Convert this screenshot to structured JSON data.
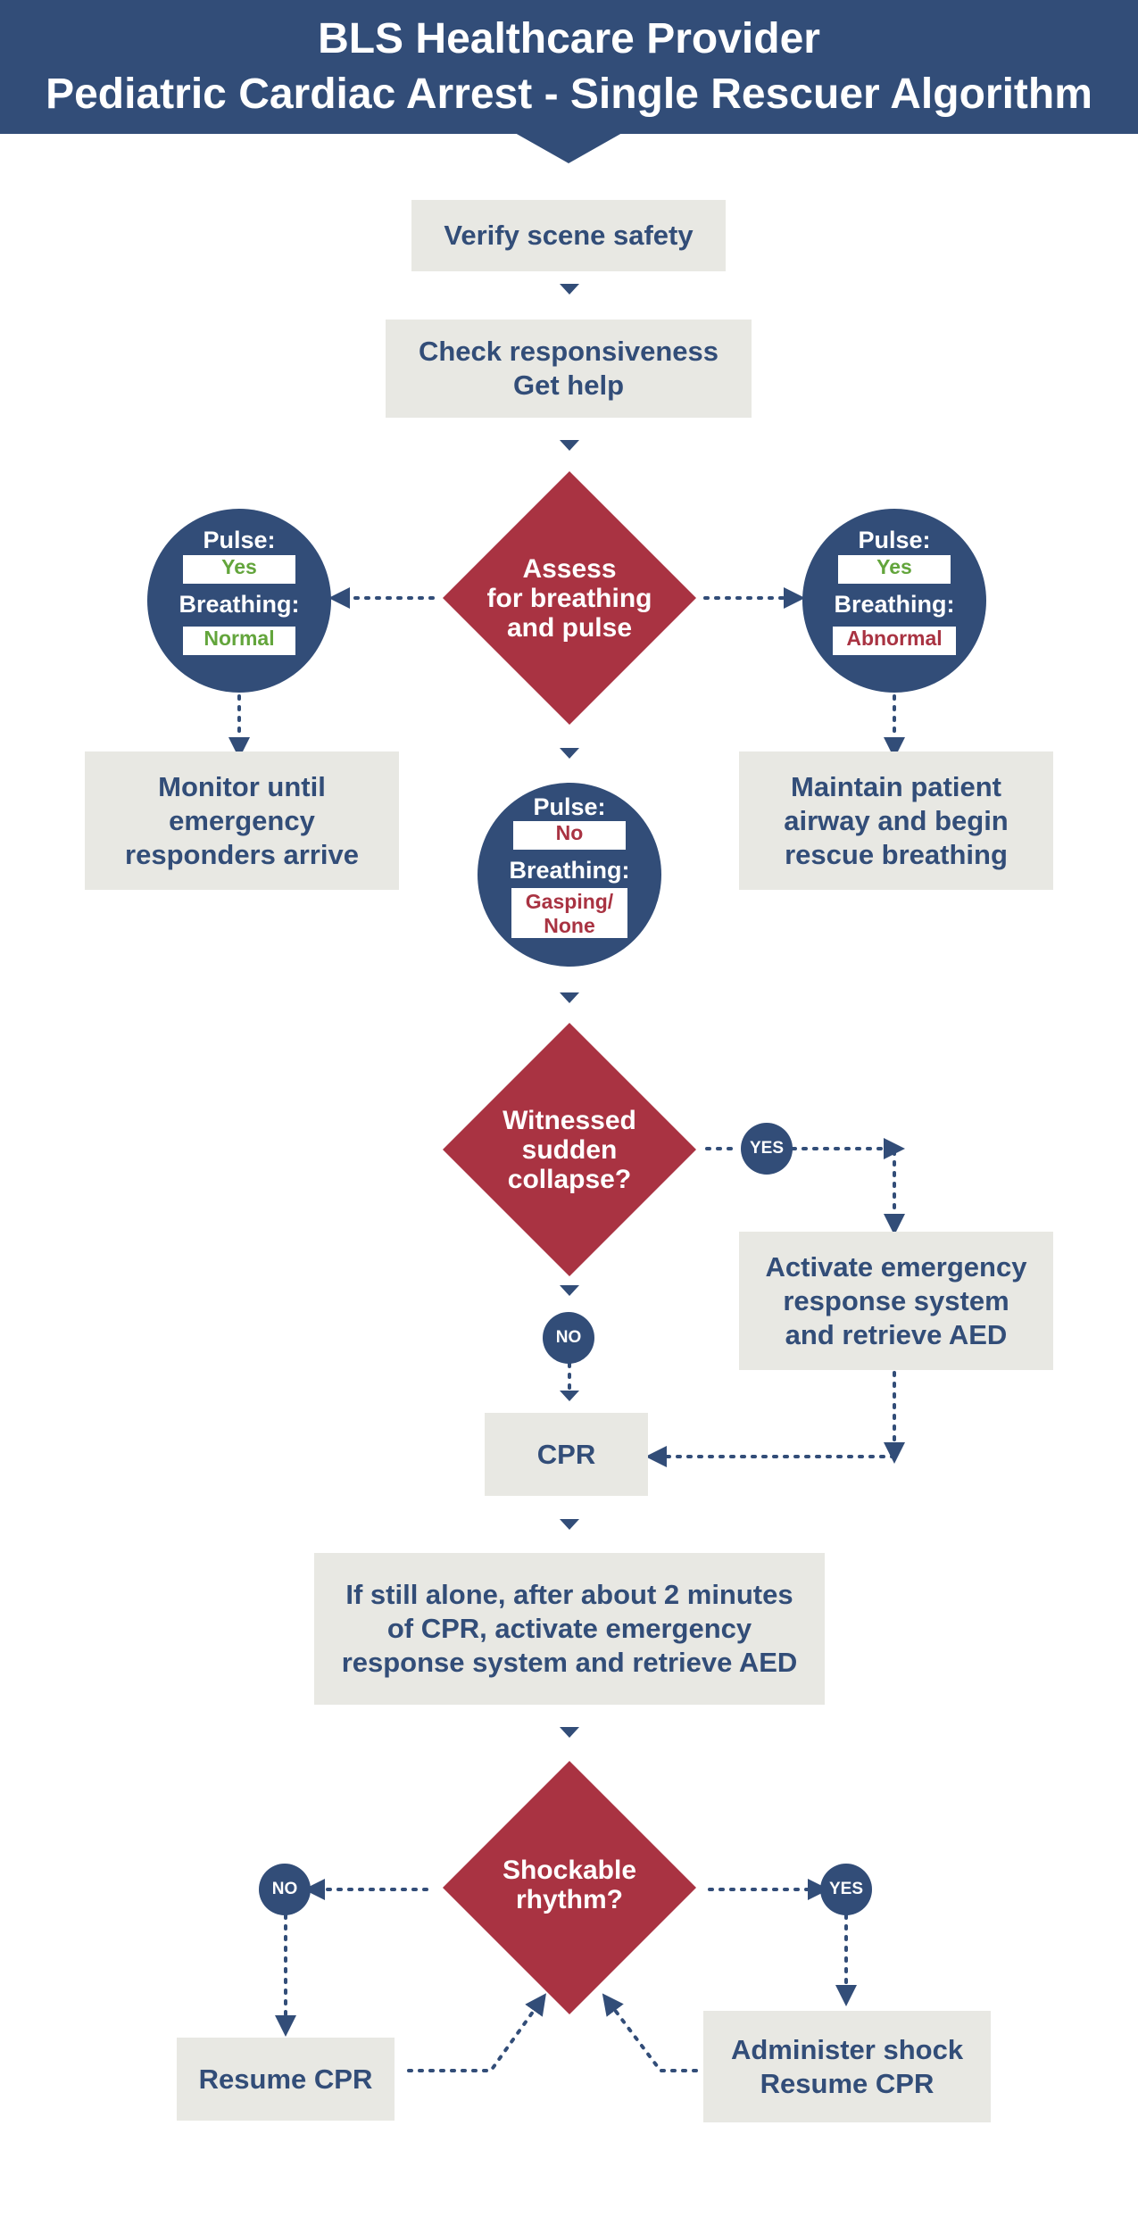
{
  "header": {
    "line1": "BLS Healthcare Provider",
    "line2": "Pediatric Cardiac Arrest - Single Rescuer Algorithm"
  },
  "steps": {
    "verify": "Verify scene safety",
    "check": [
      "Check responsiveness",
      "Get help"
    ],
    "monitor": [
      "Monitor until",
      "emergency",
      "responders arrive"
    ],
    "maintain": [
      "Maintain patient",
      "airway and begin",
      "rescue breathing"
    ],
    "activate": [
      "Activate emergency",
      "response system",
      "and retrieve AED"
    ],
    "cpr": "CPR",
    "alone": [
      "If still alone, after about 2 minutes",
      "of CPR, activate emergency",
      "response system and retrieve AED"
    ],
    "resume": "Resume CPR",
    "shock": [
      "Administer shock",
      "Resume CPR"
    ]
  },
  "decisions": {
    "assess": [
      "Assess",
      "for breathing",
      "and pulse"
    ],
    "witnessed": [
      "Witnessed",
      "sudden",
      "collapse?"
    ],
    "shockable": [
      "Shockable",
      "rhythm?"
    ]
  },
  "states": {
    "left": {
      "pulse_label": "Pulse:",
      "pulse": "Yes",
      "breathing_label": "Breathing:",
      "breathing": "Normal"
    },
    "right": {
      "pulse_label": "Pulse:",
      "pulse": "Yes",
      "breathing_label": "Breathing:",
      "breathing": "Abnormal"
    },
    "center": {
      "pulse_label": "Pulse:",
      "pulse": "No",
      "breathing_label": "Breathing:",
      "breathing": [
        "Gasping/",
        "None"
      ]
    }
  },
  "branch_labels": {
    "witnessed_yes": "YES",
    "witnessed_no": "NO",
    "shockable_no": "NO",
    "shockable_yes": "YES"
  },
  "colors": {
    "navy": "#324d78",
    "red": "#a93342",
    "box": "#e8e8e3",
    "green": "#63a53c"
  }
}
